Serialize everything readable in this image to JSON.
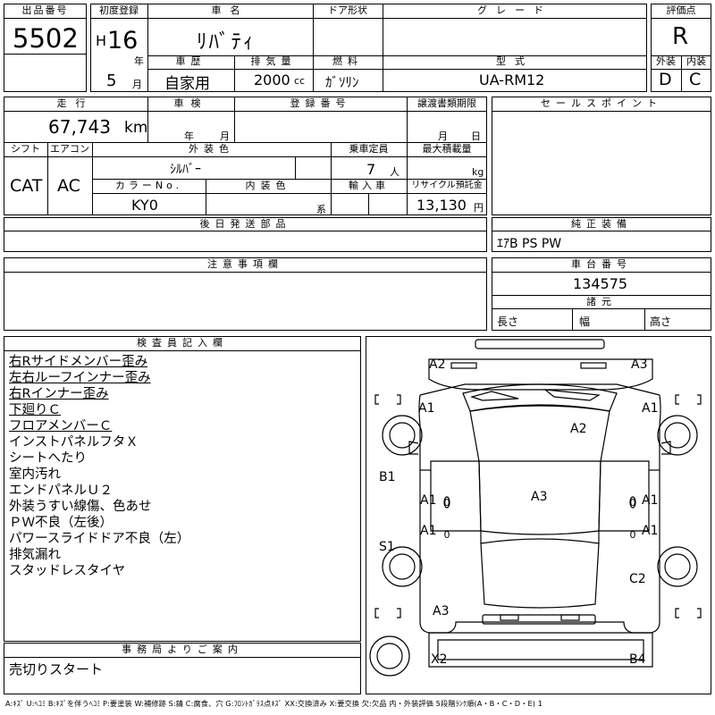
{
  "headers": {
    "lot_no": "出品番号",
    "first_reg": "初度登録",
    "car_name": "車名",
    "door": "ドア形状",
    "grade": "グレード",
    "score": "評価点",
    "history": "車歴",
    "displacement": "排気量",
    "fuel": "燃料",
    "model": "型式",
    "exterior": "外装",
    "interior": "内装",
    "mileage": "走行",
    "shaken": "車検",
    "reg_no": "登録番号",
    "transfer": "譲渡書類期限",
    "sales_points": "セールスポイント",
    "shift": "シフト",
    "aircon": "エアコン",
    "ext_color": "外装色",
    "capacity": "乗車定員",
    "max_load": "最大積載量",
    "color_no": "カラーNo.",
    "int_color": "内装色",
    "import": "輸入車",
    "recycle": "リサイクル預託金",
    "later_parts": "後日発送部品",
    "genuine": "純正装備",
    "notes": "注意事項欄",
    "chassis": "車台番号",
    "specs": "諸元",
    "inspector": "検査員記入欄",
    "office": "事務局よりご案内"
  },
  "lot_number": "5502",
  "first_registration": {
    "era": "H",
    "year": "16",
    "year_unit": "年",
    "month": "5",
    "month_unit": "月"
  },
  "car_name": "ﾘﾊﾞﾃｨ",
  "door_type": "",
  "grade": "",
  "score": "R",
  "history": "自家用",
  "displacement": {
    "value": "2000",
    "unit": "cc"
  },
  "fuel": "ｶﾞｿﾘﾝ",
  "model": "UA-RM12",
  "exterior_score": "D",
  "interior_score": "C",
  "mileage": {
    "value": "67,743",
    "unit": "km"
  },
  "shaken": {
    "year_unit": "年",
    "month_unit": "月"
  },
  "registration_no": "",
  "transfer_deadline": {
    "month_unit": "月",
    "day_unit": "日"
  },
  "shift": "CAT",
  "aircon": "AC",
  "exterior_color": "ｼﾙﾊﾞｰ",
  "capacity": {
    "value": "7",
    "unit": "人"
  },
  "max_load_unit": "kg",
  "color_no": "KY0",
  "interior_color_unit": "系",
  "recycle_fee": {
    "value": "13,130",
    "unit": "円"
  },
  "genuine_equipment": "ｴｱB PS PW",
  "chassis_number": "134575",
  "specs": {
    "length": "長さ",
    "width": "幅",
    "height": "高さ"
  },
  "inspector_notes": [
    {
      "text": "右Rサイドメンバー歪み",
      "underline": true
    },
    {
      "text": "左右ルーフインナー歪み",
      "underline": true
    },
    {
      "text": "右Rインナー歪み",
      "underline": true
    },
    {
      "text": "下廻りＣ",
      "underline": true
    },
    {
      "text": "フロアメンバーＣ",
      "underline": true
    },
    {
      "text": "インストパネルフタＸ",
      "underline": false
    },
    {
      "text": "シートへたり",
      "underline": false
    },
    {
      "text": "室内汚れ",
      "underline": false
    },
    {
      "text": "エンドパネルＵ２",
      "underline": false
    },
    {
      "text": "外装うすい線傷、色あせ",
      "underline": false
    },
    {
      "text": "ＰＷ不良（左後）",
      "underline": false
    },
    {
      "text": "パワースライドドア不良（左）",
      "underline": false
    },
    {
      "text": "排気漏れ",
      "underline": false
    },
    {
      "text": "スタッドレスタイヤ",
      "underline": false
    }
  ],
  "office_note": "売切りスタート",
  "diagram_marks": {
    "front_left": "A2",
    "front_right": "A3",
    "left_fender": "A1",
    "right_fender": "A1",
    "hood": "A2",
    "left_front_door": "A1",
    "right_front_door": "A1",
    "left_rear_door": "A1",
    "right_rear_door": "A1",
    "roof": "A3",
    "left_pillar": "B1",
    "left_sill": "S1",
    "right_rear_quarter": "C2",
    "rear_left": "A3",
    "rear_bumper_left": "X2",
    "rear_bumper_right": "B4",
    "door_zero_1": "0",
    "door_zero_2": "0",
    "door_zero_3": "0",
    "door_zero_4": "0"
  },
  "legend": "A:ｷｽﾞ U:ﾍｺﾐ B:ｷｽﾞを伴うﾍｺﾐ P:要塗装 W:補修跡 S:錆 C:腐食、穴 G:ﾌﾛﾝﾄｶﾞﾗｽ点ｷｽﾞ XX:交換済み X:要交換 欠:欠品 内・外装評価 5段階ﾗﾝｸ順(A・B・C・D・E) 1"
}
